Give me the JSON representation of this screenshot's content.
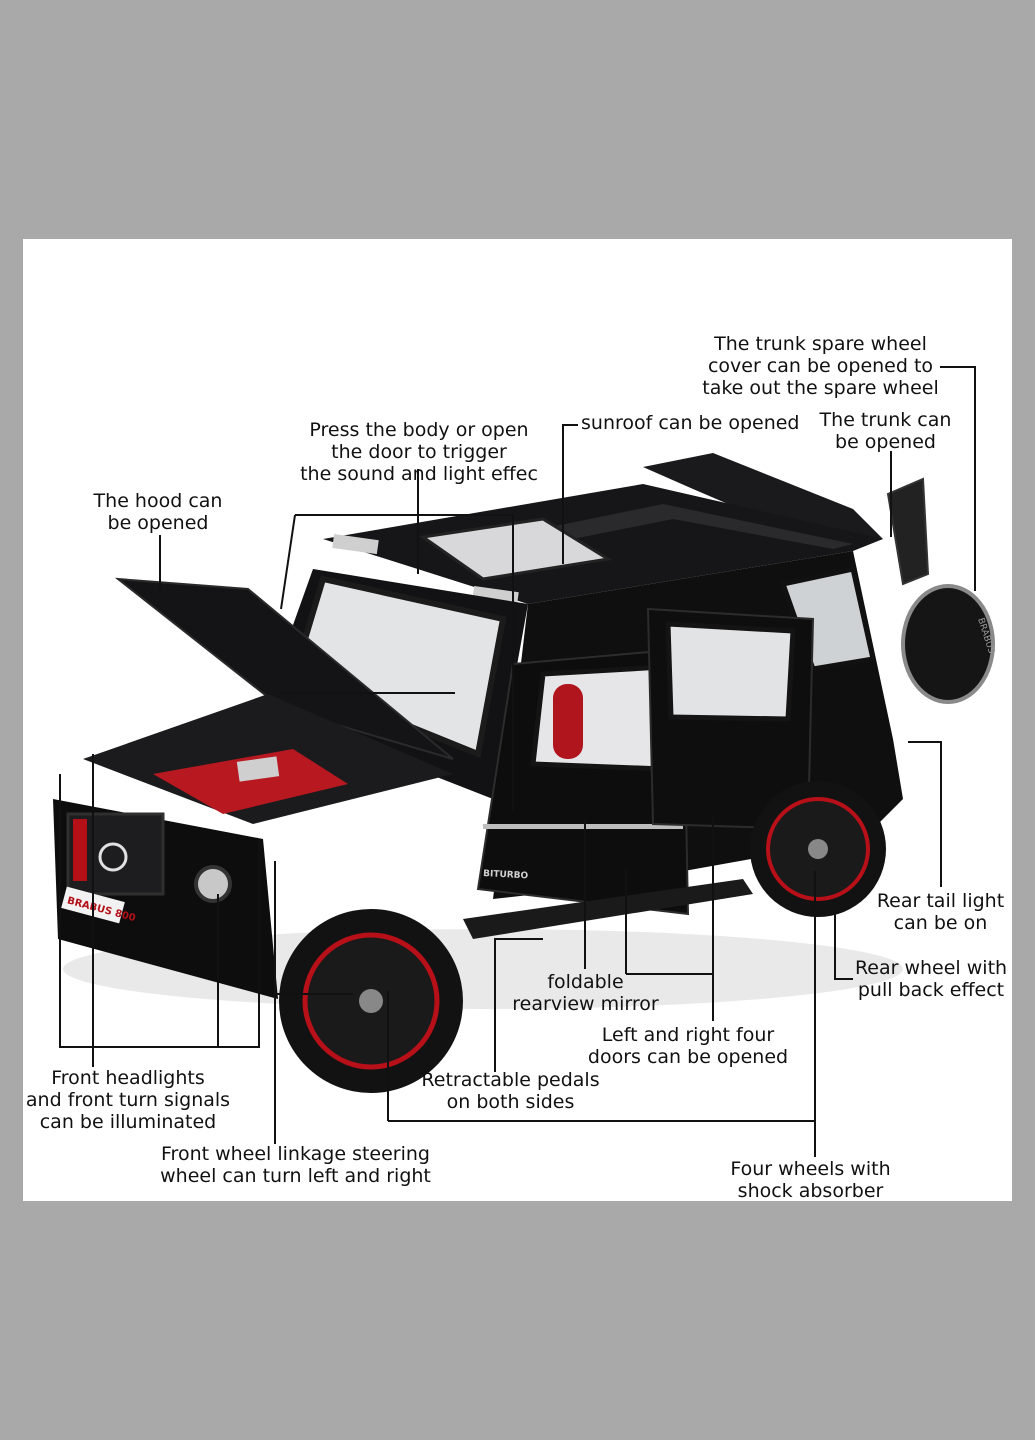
{
  "photo": {
    "body_color": "#0f0f10",
    "accent_color": "#c0101a",
    "plate_text": "BRABUS 800",
    "badge_text": "BITURBO",
    "spare_wheel_text": "BRABUS"
  },
  "callouts": {
    "trunk_spare_wheel": "The trunk spare wheel\ncover can be opened to\ntake out the spare wheel",
    "sunroof": "sunroof can be opened",
    "press_body": "Press the body or open\nthe door to trigger\nthe sound and light effec",
    "trunk": "The trunk can\nbe opened",
    "hood": "The hood can\nbe opened",
    "rear_tail_light": "Rear tail light\ncan be on",
    "rear_wheel": "Rear wheel with\npull back effect",
    "mirror": "foldable\nrearview mirror",
    "doors": "Left and right four\ndoors can be opened",
    "headlights": "Front headlights\nand front turn signals\ncan be illuminated",
    "pedals": "Retractable pedals\non both sides",
    "steering": "Front wheel linkage steering\nwheel can turn left and right",
    "shock": "Four wheels with\nshock absorber"
  }
}
